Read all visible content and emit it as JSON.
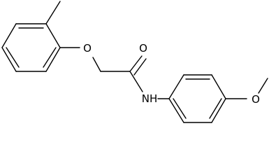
{
  "molecule": {
    "atoms": {
      "ether_oxygen": "O",
      "carbonyl_oxygen": "O",
      "amide_nitrogen": "NH",
      "methoxy_oxygen": "O"
    },
    "colors": {
      "bond": "#000000",
      "label": "#000000",
      "background": "#ffffff"
    }
  }
}
